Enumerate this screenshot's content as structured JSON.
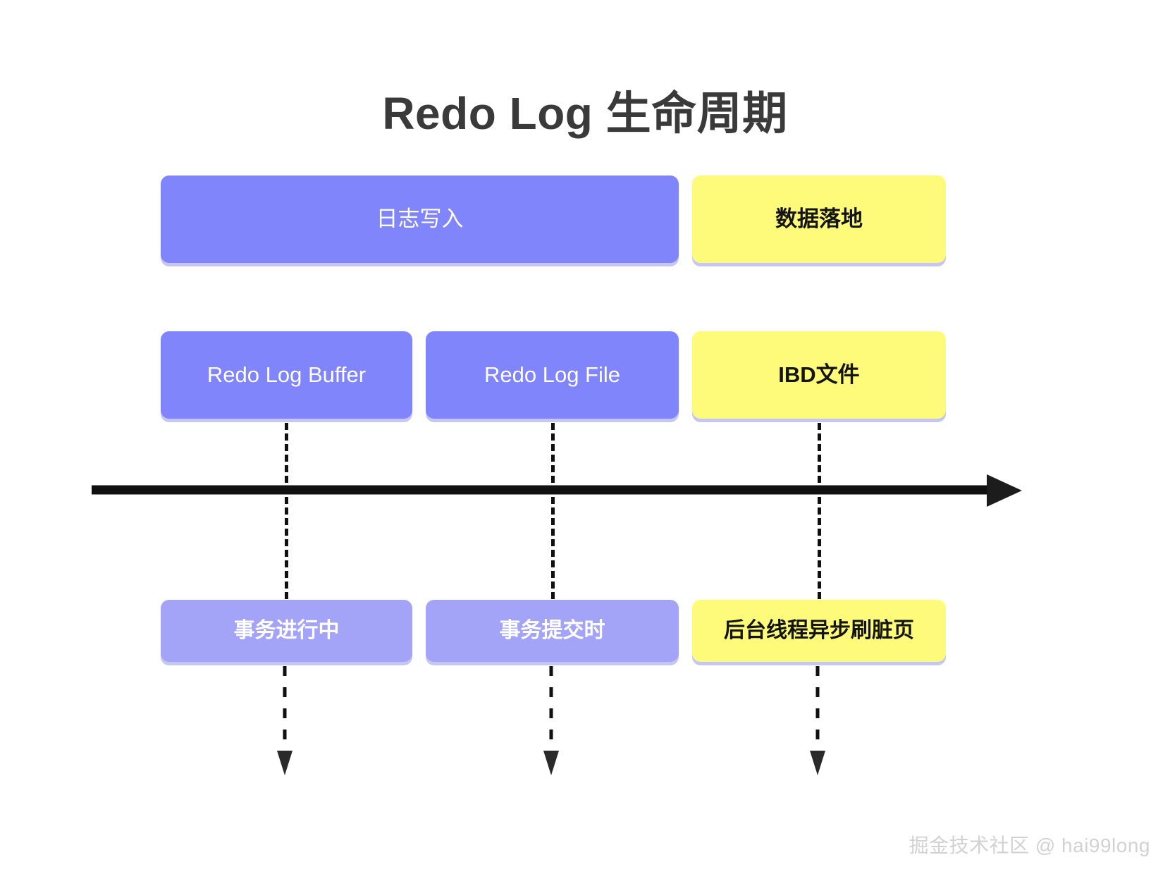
{
  "title": "Redo Log 生命周期",
  "colors": {
    "purple": "#8085fc",
    "purple_light": "#a3a3f7",
    "yellow": "#fdfb79",
    "shadow": "#9698eb",
    "title_text": "#3a3a3a",
    "timeline": "#101010",
    "watermark": "#d2d2d2"
  },
  "rows": {
    "top": [
      {
        "label": "日志写入",
        "style": "purple"
      },
      {
        "label": "数据落地",
        "style": "yellow"
      }
    ],
    "middle": [
      {
        "label": "Redo Log Buffer",
        "style": "purple"
      },
      {
        "label": "Redo Log File",
        "style": "purple"
      },
      {
        "label": "IBD文件",
        "style": "yellow"
      }
    ],
    "bottom": [
      {
        "label": "事务进行中",
        "style": "purple-light"
      },
      {
        "label": "事务提交时",
        "style": "purple-light"
      },
      {
        "label": "后台线程异步刷脏页",
        "style": "yellow"
      }
    ]
  },
  "timeline": {
    "direction": "left-to-right",
    "arrowhead": "right"
  },
  "connectors": [
    {
      "from": "Redo Log Buffer",
      "to": "事务进行中"
    },
    {
      "from": "Redo Log File",
      "to": "事务提交时"
    },
    {
      "from": "IBD文件",
      "to": "后台线程异步刷脏页"
    }
  ],
  "watermark": "掘金技术社区 @ hai99long"
}
